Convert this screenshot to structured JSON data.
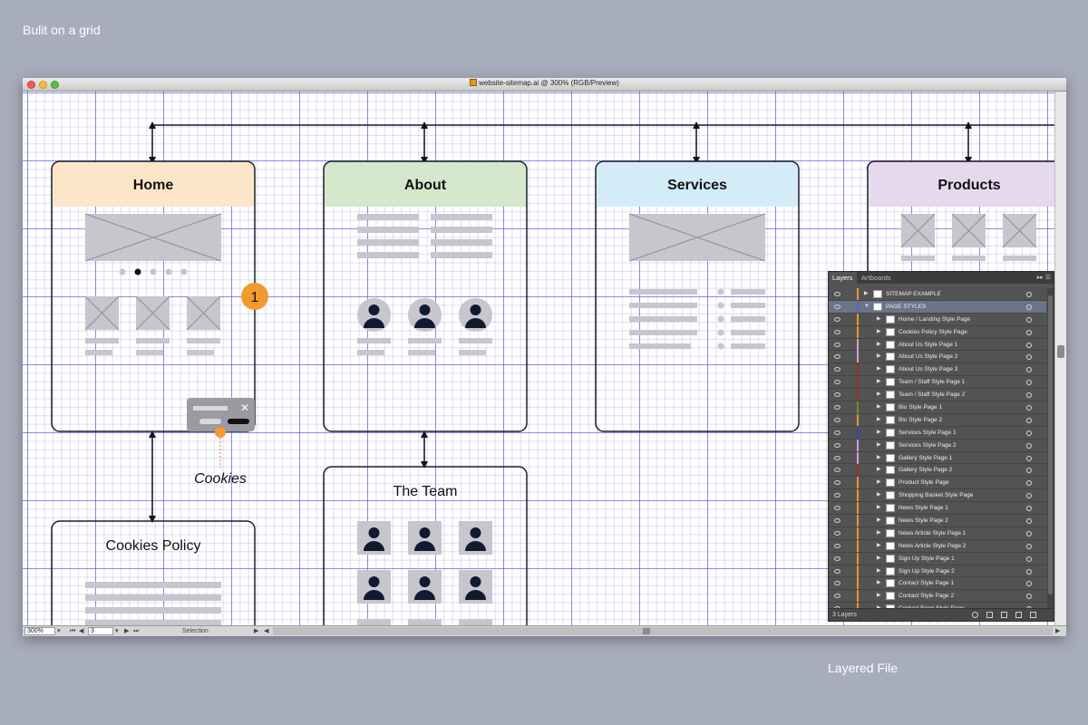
{
  "captions": {
    "top": "Bulit on a grid",
    "bottom": "Layered File"
  },
  "window": {
    "title": "website-sitemap.ai @ 300% (RGB/Preview)"
  },
  "pages": {
    "home": "Home",
    "about": "About",
    "services": "Services",
    "products": "Products",
    "team": "The Team",
    "cookies_policy": "Cookies Policy"
  },
  "annotations": {
    "badge": "1",
    "cookies": "Cookies",
    "close": "✕"
  },
  "colors": {
    "home_header": "#fbe6c9",
    "about_header": "#d4e8cc",
    "services_header": "#d4ecf8",
    "products_header": "#e6d9ee",
    "badge": "#f29a2e",
    "placeholder": "#c6c6cc",
    "avatar": "#111a2e"
  },
  "statusbar": {
    "zoom": "300%",
    "artboard": "3",
    "tool": "Selection"
  },
  "layers_panel": {
    "tabs": [
      "Layers",
      "Artboards"
    ],
    "footer": "3 Layers",
    "rows": [
      {
        "label": "SITEMAP EXAMPLE",
        "color": "#e7962d",
        "level": 0,
        "expanded": false,
        "selected": false
      },
      {
        "label": "PAGE STYLES",
        "color": "#5562d8",
        "level": 0,
        "expanded": true,
        "selected": true
      },
      {
        "label": "Home / Landing Style Page",
        "color": "#e7962d",
        "level": 1
      },
      {
        "label": "Cookies Policy Style Page",
        "color": "#e7962d",
        "level": 1
      },
      {
        "label": "About Us Style Page 1",
        "color": "#c9a0dc",
        "level": 1
      },
      {
        "label": "About Us Style Page 2",
        "color": "#c9a0dc",
        "level": 1
      },
      {
        "label": "About Us Style Page 3",
        "color": "#a52a2a",
        "level": 1
      },
      {
        "label": "Team / Staff Style Page 1",
        "color": "#a52a2a",
        "level": 1
      },
      {
        "label": "Team / Staff Style Page 2",
        "color": "#a52a2a",
        "level": 1
      },
      {
        "label": "Bio Style Page 1",
        "color": "#6f8e2f",
        "level": 1
      },
      {
        "label": "Bio Style Page 2",
        "color": "#e7962d",
        "level": 1
      },
      {
        "label": "Services Style Page 1",
        "color": "#3344aa",
        "level": 1
      },
      {
        "label": "Services Style Page 2",
        "color": "#c9a0dc",
        "level": 1
      },
      {
        "label": "Gallery Style Page 1",
        "color": "#c9a0dc",
        "level": 1
      },
      {
        "label": "Gallery Style Page 2",
        "color": "#a52a2a",
        "level": 1
      },
      {
        "label": "Product Style Page",
        "color": "#e7962d",
        "level": 1
      },
      {
        "label": "Shopping Basket Style Page",
        "color": "#e7962d",
        "level": 1
      },
      {
        "label": "News Style Page 1",
        "color": "#e7962d",
        "level": 1
      },
      {
        "label": "News Style Page 2",
        "color": "#e7962d",
        "level": 1
      },
      {
        "label": "News Article Style Page 1",
        "color": "#e7962d",
        "level": 1
      },
      {
        "label": "News Article Style Page 2",
        "color": "#e7962d",
        "level": 1
      },
      {
        "label": "Sign Up Style Page 1",
        "color": "#e7962d",
        "level": 1
      },
      {
        "label": "Sign Up Style Page 2",
        "color": "#e7962d",
        "level": 1
      },
      {
        "label": "Contact Style Page 1",
        "color": "#e7962d",
        "level": 1
      },
      {
        "label": "Contact Style Page 2",
        "color": "#e7962d",
        "level": 1
      },
      {
        "label": "Contact Form Style Page",
        "color": "#e7962d",
        "level": 1
      }
    ]
  }
}
